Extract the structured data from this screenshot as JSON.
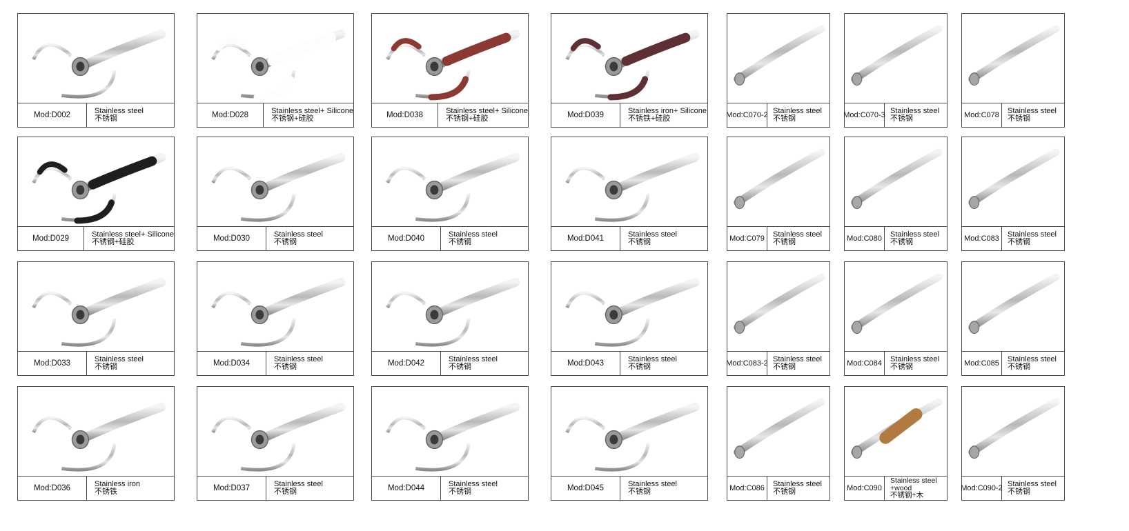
{
  "products": [
    {
      "model": "Mod:D002",
      "lines": [
        "Stainless steel",
        "不锈钢"
      ],
      "grip": ""
    },
    {
      "model": "Mod:D028",
      "lines": [
        "Stainless steel+ Silicone",
        "不锈钢+硅胶"
      ],
      "grip": "#fdfdfd"
    },
    {
      "model": "Mod:D038",
      "lines": [
        "Stainless steel+ Silicone",
        "不锈钢+硅胶"
      ],
      "grip": "#8a3a32"
    },
    {
      "model": "Mod:D039",
      "lines": [
        "Stainless iron+ Silicone",
        "不锈铁+硅胶"
      ],
      "grip": "#5e3034"
    },
    {
      "model": "Mod:C070-2",
      "lines": [
        "Stainless steel",
        "不锈钢"
      ],
      "grip": ""
    },
    {
      "model": "Mod:C070-3",
      "lines": [
        "Stainless steel",
        "不锈钢"
      ],
      "grip": ""
    },
    {
      "model": "Mod:C078",
      "lines": [
        "Stainless steel",
        "不锈钢"
      ],
      "grip": ""
    },
    {
      "model": "Mod:D029",
      "lines": [
        "Stainless steel+ Silicone",
        "不锈钢+硅胶"
      ],
      "grip": "#1e1e1e"
    },
    {
      "model": "Mod:D030",
      "lines": [
        "Stainless steel",
        "不锈钢"
      ],
      "grip": ""
    },
    {
      "model": "Mod:D040",
      "lines": [
        "Stainless steel",
        "不锈钢"
      ],
      "grip": ""
    },
    {
      "model": "Mod:D041",
      "lines": [
        "Stainless steel",
        "不锈钢"
      ],
      "grip": ""
    },
    {
      "model": "Mod:C079",
      "lines": [
        "Stainless steel",
        "不锈钢"
      ],
      "grip": ""
    },
    {
      "model": "Mod:C080",
      "lines": [
        "Stainless steel",
        "不锈钢"
      ],
      "grip": ""
    },
    {
      "model": "Mod:C083",
      "lines": [
        "Stainless steel",
        "不锈钢"
      ],
      "grip": ""
    },
    {
      "model": "Mod:D033",
      "lines": [
        "Stainless steel",
        "不锈钢"
      ],
      "grip": ""
    },
    {
      "model": "Mod:D034",
      "lines": [
        "Stainless steel",
        "不锈钢"
      ],
      "grip": ""
    },
    {
      "model": "Mod:D042",
      "lines": [
        "Stainless steel",
        "不锈钢"
      ],
      "grip": ""
    },
    {
      "model": "Mod:D043",
      "lines": [
        "Stainless steel",
        "不锈钢"
      ],
      "grip": ""
    },
    {
      "model": "Mod:C083-2",
      "lines": [
        "Stainless steel",
        "不锈钢"
      ],
      "grip": ""
    },
    {
      "model": "Mod:C084",
      "lines": [
        "Stainless steel",
        "不锈钢"
      ],
      "grip": ""
    },
    {
      "model": "Mod:C085",
      "lines": [
        "Stainless steel",
        "不锈钢"
      ],
      "grip": ""
    },
    {
      "model": "Mod:D036",
      "lines": [
        "Stainless iron",
        "不锈铁"
      ],
      "grip": ""
    },
    {
      "model": "Mod:D037",
      "lines": [
        "Stainless steel",
        "不锈钢"
      ],
      "grip": ""
    },
    {
      "model": "Mod:D044",
      "lines": [
        "Stainless steel",
        "不锈钢"
      ],
      "grip": ""
    },
    {
      "model": "Mod:D045",
      "lines": [
        "Stainless steel",
        "不锈钢"
      ],
      "grip": ""
    },
    {
      "model": "Mod:C086",
      "lines": [
        "Stainless steel",
        "不锈钢"
      ],
      "grip": ""
    },
    {
      "model": "Mod:C090",
      "lines": [
        "Stainless steel",
        "+wood",
        "不锈钢+木"
      ],
      "grip": "#b07a40"
    },
    {
      "model": "Mod:C090-2",
      "lines": [
        "Stainless steel",
        "不锈钢"
      ],
      "grip": ""
    }
  ]
}
